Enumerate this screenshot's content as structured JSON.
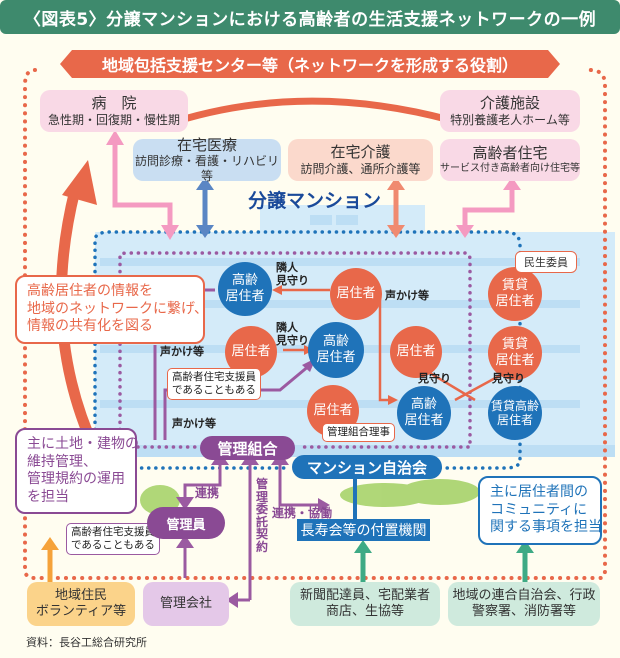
{
  "title": "〈図表5〉分譲マンションにおける高齢者の生活支援ネットワークの一例",
  "center_banner": "地域包括支援センター等（ネットワークを形成する役割）",
  "boxes": {
    "hospital": {
      "main": "病　院",
      "sub": "急性期・回復期・慢性期"
    },
    "care_facility": {
      "main": "介護施設",
      "sub": "特別養護老人ホーム等"
    },
    "home_medical": {
      "main": "在宅医療",
      "sub": "訪問診療・看護・リハビリ等"
    },
    "home_care": {
      "main": "在宅介護",
      "sub": "訪問介護、通所介護等"
    },
    "elderly_housing": {
      "main": "高齢者住宅",
      "sub": "サービス付き高齢者向け住宅等"
    }
  },
  "mansion_label": "分譲マンション",
  "residents": {
    "elderly": "高齢\n居住者",
    "resident": "居住者",
    "rental": "賃貸\n居住者",
    "rental_elderly": "賃貸高齢\n居住者"
  },
  "labels": {
    "neighbor_watch": "隣人\n見守り",
    "watch": "見守り",
    "voice_call": "声かけ等",
    "minsei": "民生委員",
    "board_member": "管理組合理事",
    "support_staff_note": "高齢者住宅支援員\nであることもある",
    "cooperation": "連携",
    "cooperation_collab": "連携・協働",
    "mgmt_contract": "管理委託契約"
  },
  "pills": {
    "kanri_kumiai": "管理組合",
    "jichikai": "マンション自治会",
    "kanriin": "管理員",
    "chojukai": "長寿会等の付置機関"
  },
  "callouts": {
    "info_share": "高齢居住者の情報を\n地域のネットワークに繋げ、\n情報の共有化を図る",
    "maintenance": "主に土地・建物の\n維持管理、\n管理規約の運用\nを担当",
    "community": "主に居住者間の\nコミュニティに\n関する事項を担当"
  },
  "bottom_boxes": {
    "volunteer": "地域住民\nボランティア等",
    "mgmt_company": "管理会社",
    "delivery": "新聞配達員、宅配業者\n商店、生協等",
    "local_assoc": "地域の連合自治会、行政\n警察署、消防署等"
  },
  "source": "資料：長谷工総合研究所",
  "colors": {
    "orange": "#e8684a",
    "blue": "#1f73b9",
    "purple": "#8a4a94",
    "green": "#3eaa85",
    "pink": "#f49ac1",
    "title_green": "#3e8a6d"
  }
}
